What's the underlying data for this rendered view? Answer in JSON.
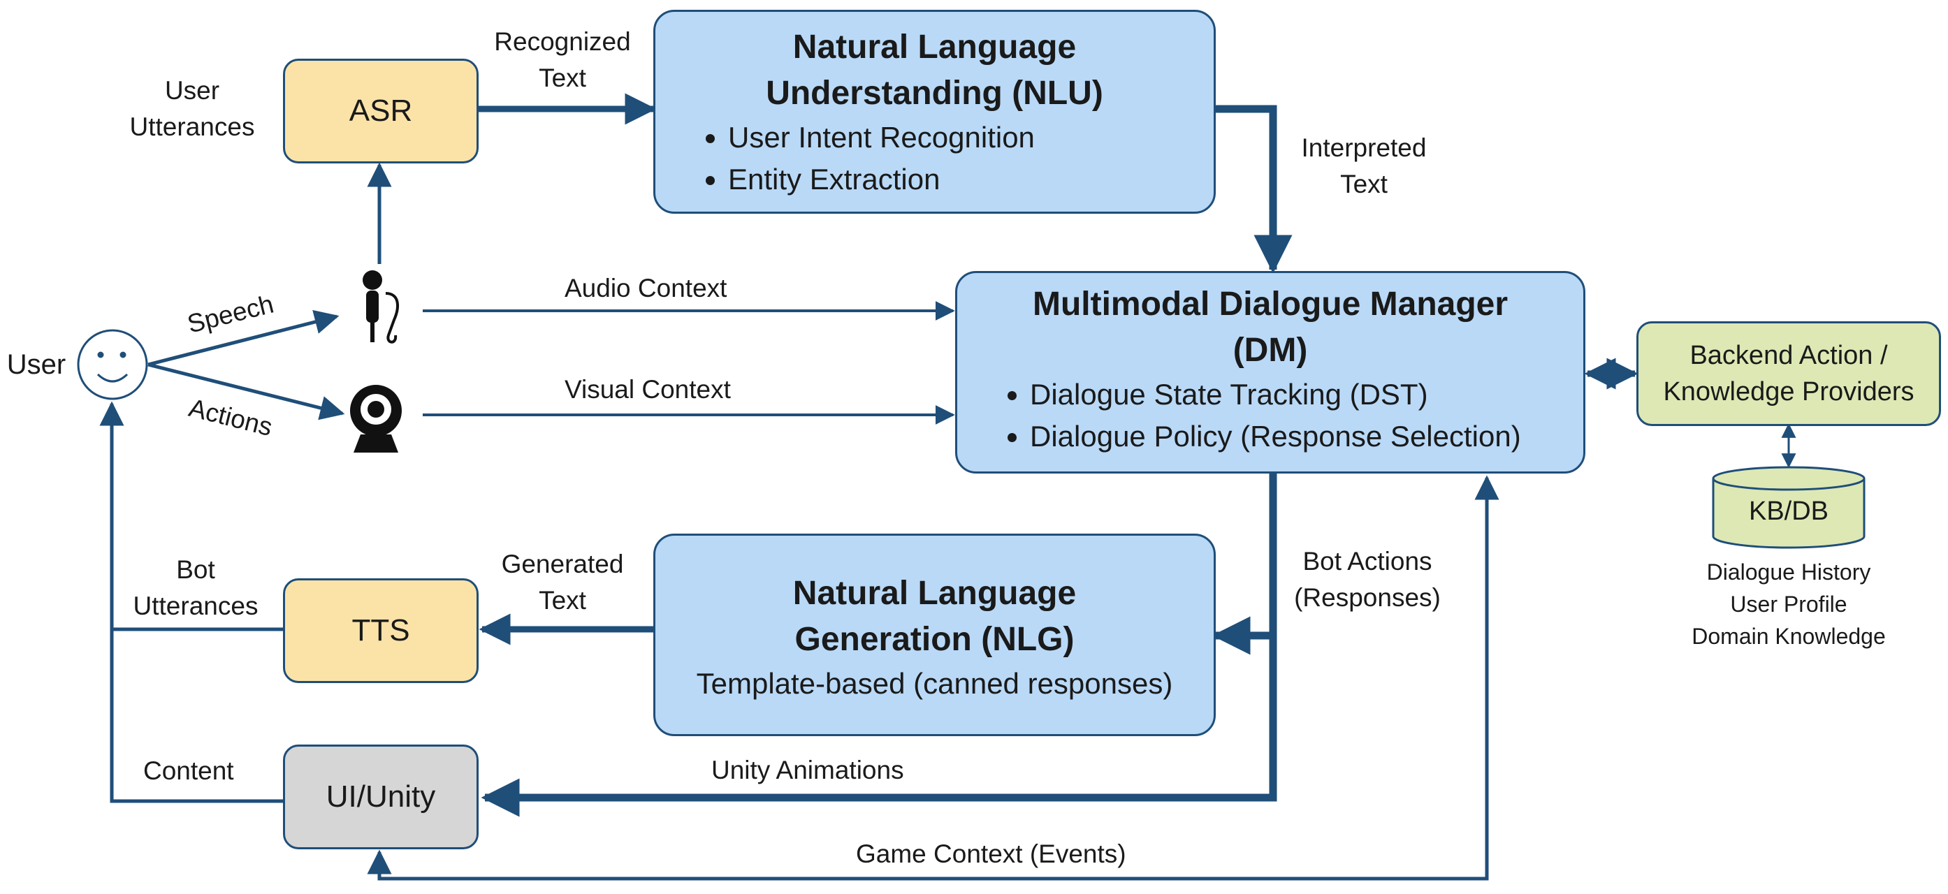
{
  "user": {
    "label": "User"
  },
  "labels": {
    "user_utterances": "User\nUtterances",
    "recognized_text": "Recognized\nText",
    "interpreted_text": "Interpreted\nText",
    "speech": "Speech",
    "actions": "Actions",
    "audio_context": "Audio Context",
    "visual_context": "Visual Context",
    "bot_utterances": "Bot\nUtterances",
    "generated_text": "Generated\nText",
    "bot_actions": "Bot Actions\n(Responses)",
    "content": "Content",
    "unity_animations": "Unity Animations",
    "game_context": "Game Context (Events)"
  },
  "asr": {
    "label": "ASR"
  },
  "tts": {
    "label": "TTS"
  },
  "ui": {
    "label": "UI/Unity"
  },
  "nlu": {
    "title_line1": "Natural Language",
    "title_line2": "Understanding (NLU)",
    "bullets": [
      "User Intent Recognition",
      "Entity Extraction"
    ]
  },
  "dm": {
    "title_line1": "Multimodal Dialogue Manager",
    "title_line2": "(DM)",
    "bullets": [
      "Dialogue State Tracking (DST)",
      "Dialogue Policy (Response Selection)"
    ]
  },
  "nlg": {
    "title_line1": "Natural Language",
    "title_line2": "Generation (NLG)",
    "subtitle": "Template-based (canned responses)"
  },
  "backend": {
    "label_line1": "Backend Action /",
    "label_line2": "Knowledge Providers"
  },
  "kbdb": {
    "label": "KB/DB",
    "notes": [
      "Dialogue History",
      "User Profile",
      "Domain Knowledge"
    ]
  },
  "colors": {
    "arrow": "#1f4e79",
    "module_blue": "#b9d9f7",
    "io_orange": "#fbe3a8",
    "ui_gray": "#d6d6d6",
    "backend_green": "#dde8b4"
  },
  "icons": [
    "smiley-face-icon",
    "microphone-icon",
    "webcam-icon"
  ]
}
